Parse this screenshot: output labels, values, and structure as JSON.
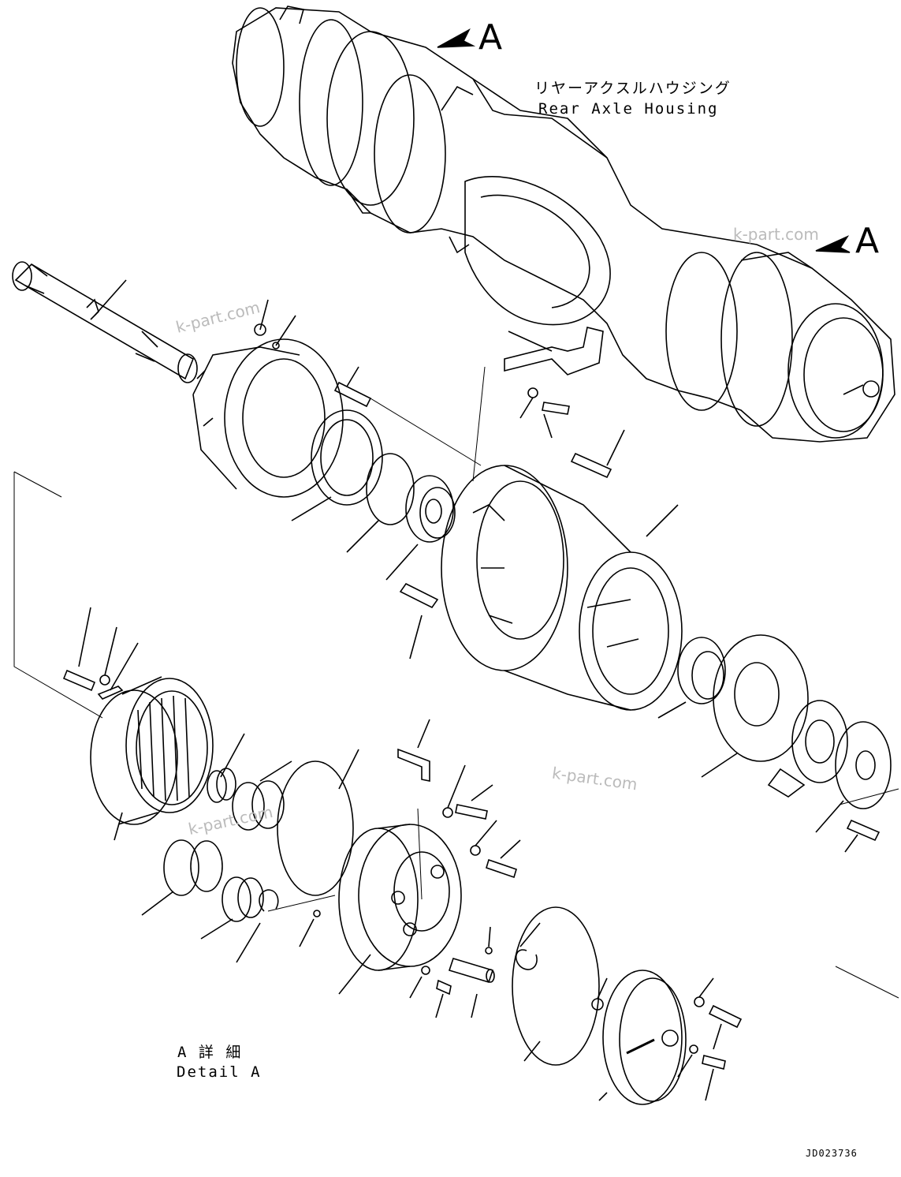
{
  "labels": {
    "view_marker_top": "A",
    "view_marker_right": "A",
    "housing_jp": "リヤーアクスルハウジング",
    "housing_en": "Rear Axle Housing",
    "detail_jp": "A 詳 細",
    "detail_en": "Detail A",
    "drawing_code": "JD023736"
  },
  "watermarks": [
    "k-part.com",
    "k-part.com",
    "k-part.com",
    "k-part.com"
  ],
  "colors": {
    "line": "#000000",
    "watermark": "#bbbbbb",
    "background": "#ffffff"
  }
}
